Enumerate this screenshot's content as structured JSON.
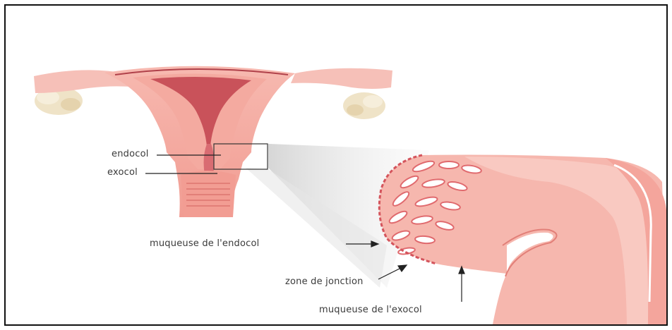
{
  "labels": {
    "endocol": "endocol",
    "exocol": "exocol",
    "muqueuse_endocol": "muqueuse de l'endocol",
    "zone_jonction": "zone de jonction",
    "muqueuse_exocol": "muqueuse de l'exocol"
  },
  "colors": {
    "tissue_outer": "#f4a59c",
    "tissue_mid": "#f6b7ae",
    "tissue_inner": "#e98a83",
    "cavity": "#c9525a",
    "canal_light": "#fbd3cc",
    "ovary": "#eee1c3",
    "zoom_cone": "#dcdcdc",
    "line": "#222222",
    "text": "#3a3a3a"
  }
}
